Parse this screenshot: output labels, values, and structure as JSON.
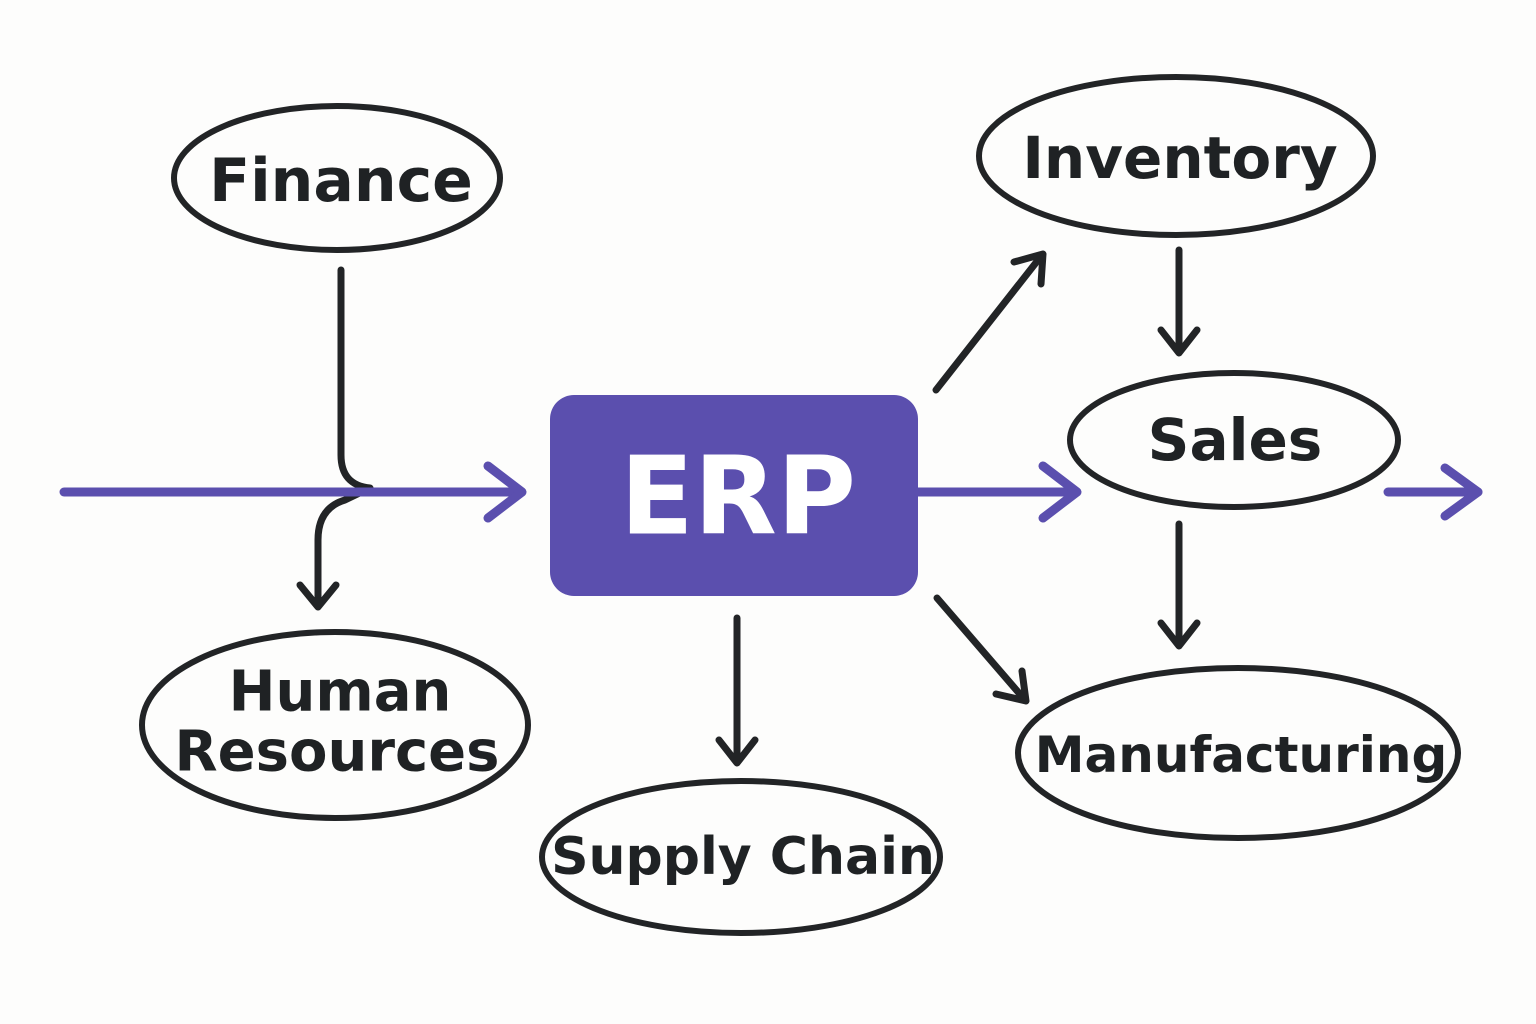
{
  "diagram": {
    "center": {
      "label": "ERP",
      "color": "#5b4fae"
    },
    "nodes": {
      "finance": {
        "label": "Finance"
      },
      "human_resources": {
        "line1": "Human",
        "line2": "Resources"
      },
      "supply_chain": {
        "label": "Supply Chain"
      },
      "inventory": {
        "label": "Inventory"
      },
      "sales": {
        "label": "Sales"
      },
      "manufacturing": {
        "label": "Manufacturing"
      }
    },
    "edges": [
      {
        "from": "input",
        "to": "ERP",
        "color": "#5b4fae"
      },
      {
        "from": "Finance",
        "to": "Human Resources",
        "color": "#222426"
      },
      {
        "from": "ERP",
        "to": "Inventory",
        "color": "#222426"
      },
      {
        "from": "ERP",
        "to": "Sales",
        "color": "#5b4fae"
      },
      {
        "from": "ERP",
        "to": "Supply Chain",
        "color": "#222426"
      },
      {
        "from": "ERP",
        "to": "Manufacturing",
        "color": "#222426"
      },
      {
        "from": "Inventory",
        "to": "Sales",
        "color": "#222426"
      },
      {
        "from": "Sales",
        "to": "Manufacturing",
        "color": "#222426"
      },
      {
        "from": "Sales",
        "to": "output",
        "color": "#5b4fae"
      }
    ],
    "colors": {
      "stroke": "#222426",
      "accent": "#5b4fae",
      "background": "#fdfdfc"
    }
  }
}
